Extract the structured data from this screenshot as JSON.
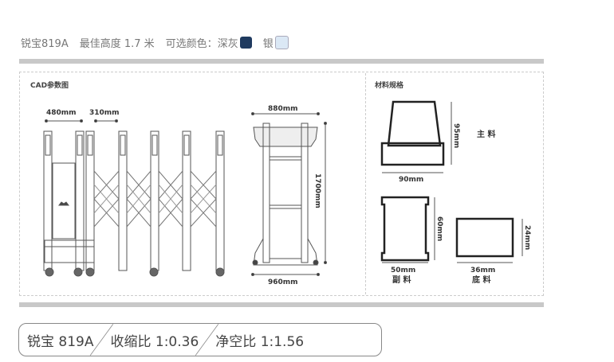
{
  "header": {
    "model": "锐宝819A",
    "height_label": "最佳高度 1.7 米",
    "colors_label": "可选颜色：",
    "color_options": [
      {
        "name": "深灰",
        "hex": "#1f3a5f"
      },
      {
        "name": "银",
        "hex": "#dbe8f5"
      }
    ]
  },
  "cad": {
    "title": "CAD参数图",
    "dims": {
      "open_panel": "480mm",
      "panel_gap": "310mm",
      "top_width": "880mm",
      "height": "1700mm",
      "base_width": "960mm"
    }
  },
  "materials": {
    "title": "材料规格",
    "main": {
      "label": "主 料",
      "height": "95mm",
      "width": "90mm"
    },
    "secondary": {
      "label": "副 料",
      "height": "60mm",
      "width": "50mm"
    },
    "bottom": {
      "label": "底 料",
      "height": "24mm",
      "width": "36mm"
    }
  },
  "specs": [
    {
      "label": "锐宝 819A"
    },
    {
      "label": "收缩比 1:0.36"
    },
    {
      "label": "净空比 1:1.56"
    }
  ]
}
